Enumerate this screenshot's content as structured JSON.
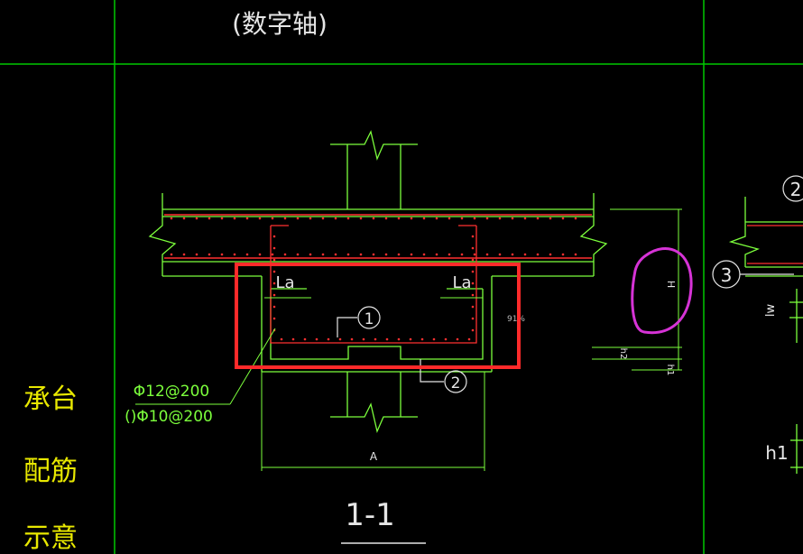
{
  "drawing": {
    "axis_title": "(数字轴)",
    "section_label": "1-1",
    "side_label_lines": [
      "承台",
      "配筋",
      "示意"
    ],
    "rebar_note_1": "Φ12@200",
    "rebar_note_2": "()Φ10@200",
    "anchor_left": "La",
    "anchor_right": "La",
    "callout_1": "1",
    "callout_2": "2",
    "callout_3": "3",
    "callout_2_right": "2",
    "dim_A": "A",
    "dim_H": "H",
    "dim_h1": "h1",
    "dim_h2": "h2",
    "dim_lw": "lw",
    "dim_h1_right": "h1",
    "percent_label": "91%"
  },
  "colors": {
    "background": "#000000",
    "frame": "#00c800",
    "linework": "#7cff3c",
    "rebar": "#ff3030",
    "text": "#e6e6e6",
    "side_text": "#e8e800",
    "highlight_box": "#ff2a2a",
    "annotation_circle": "#d633d6"
  }
}
